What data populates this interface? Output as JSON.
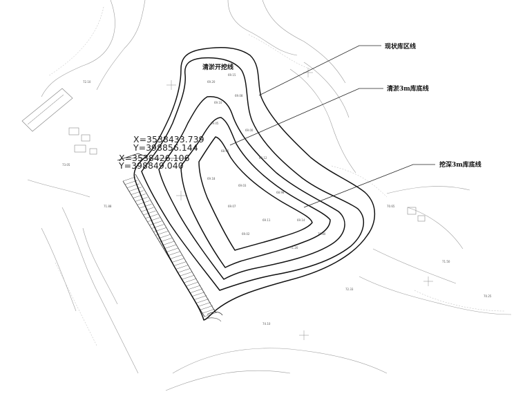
{
  "drawing": {
    "callouts": [
      {
        "id": "existing",
        "label": "现状库区线"
      },
      {
        "id": "clearing_3m",
        "label": "清淤3m库底线"
      },
      {
        "id": "excavation_3m",
        "label": "挖深3m库底线"
      }
    ],
    "inner_label": "清淤开挖线",
    "coordinates": [
      {
        "x": "X=3538433.739",
        "y": "Y=398856.144"
      },
      {
        "x": "X=3538426.106",
        "y": "Y=398849.040"
      }
    ],
    "spot_elevations": [
      "69.20",
      "69.15",
      "69.10",
      "69.08",
      "69.05",
      "69.00",
      "68.95",
      "69.12",
      "69.18",
      "69.03",
      "68.98",
      "69.07",
      "69.11",
      "69.14",
      "69.02",
      "71.20",
      "70.80",
      "72.10",
      "73.05",
      "71.88",
      "70.65",
      "72.33",
      "74.10",
      "71.50",
      "70.25"
    ]
  },
  "colors": {
    "ink": "#111111",
    "contour": "#9a9a9a",
    "text": "#555555"
  }
}
